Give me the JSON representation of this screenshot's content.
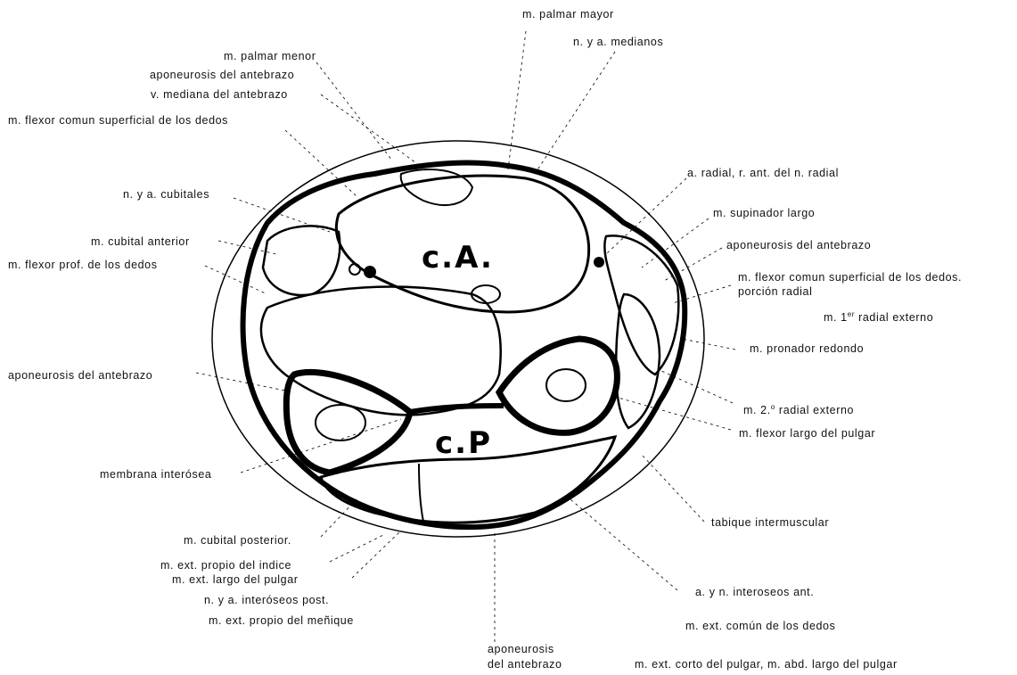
{
  "colors": {
    "ink": "#000000",
    "paper": "#ffffff"
  },
  "section_marks": {
    "anterior": "c.A.",
    "posterior": "c.P"
  },
  "labels": {
    "palmar_mayor": "m. palmar mayor",
    "medianos": "n. y a. medianos",
    "palmar_menor": "m. palmar menor",
    "aponeurosis_1": "aponeurosis del antebrazo",
    "v_mediana": "v. mediana del antebrazo",
    "flexor_sup": "m. flexor comun superficial de los dedos",
    "cubitales": "n. y a. cubitales",
    "cubital_anterior": "m. cubital anterior",
    "flexor_prof": "m. flexor prof. de los dedos",
    "aponeurosis_left": "aponeurosis del antebrazo",
    "membrana": "membrana interósea",
    "cubital_posterior": "m. cubital posterior.",
    "ext_indice": "m. ext. propio del indice",
    "ext_largo_pulgar": "m. ext. largo del pulgar",
    "interoseos_post": "n. y a. interóseos post.",
    "ext_menique": "m. ext. propio del meñique",
    "aponeurosis_bottom_1": "aponeurosis",
    "aponeurosis_bottom_2": "del antebrazo",
    "radial_ant": "a. radial, r. ant. del n. radial",
    "supinador": "m. supinador largo",
    "aponeurosis_right": "aponeurosis del antebrazo",
    "flexor_radial_1": "m. flexor comun superficial de los dedos.",
    "flexor_radial_2": "porción radial",
    "radial_ext_1_pre": "m. 1",
    "radial_ext_1_sup": "er",
    "radial_ext_1_post": " radial externo",
    "pronador": "m. pronador redondo",
    "radial_ext_2_pre": "m. 2.",
    "radial_ext_2_sup": "o",
    "radial_ext_2_post": " radial externo",
    "flexor_largo_pulgar": "m. flexor largo del pulgar",
    "tabique": "tabique intermuscular",
    "interoseos_ant": "a. y n. interoseos ant.",
    "ext_comun": "m. ext. común de los dedos",
    "ext_corto": "m. ext. corto del pulgar, m. abd. largo del pulgar"
  }
}
